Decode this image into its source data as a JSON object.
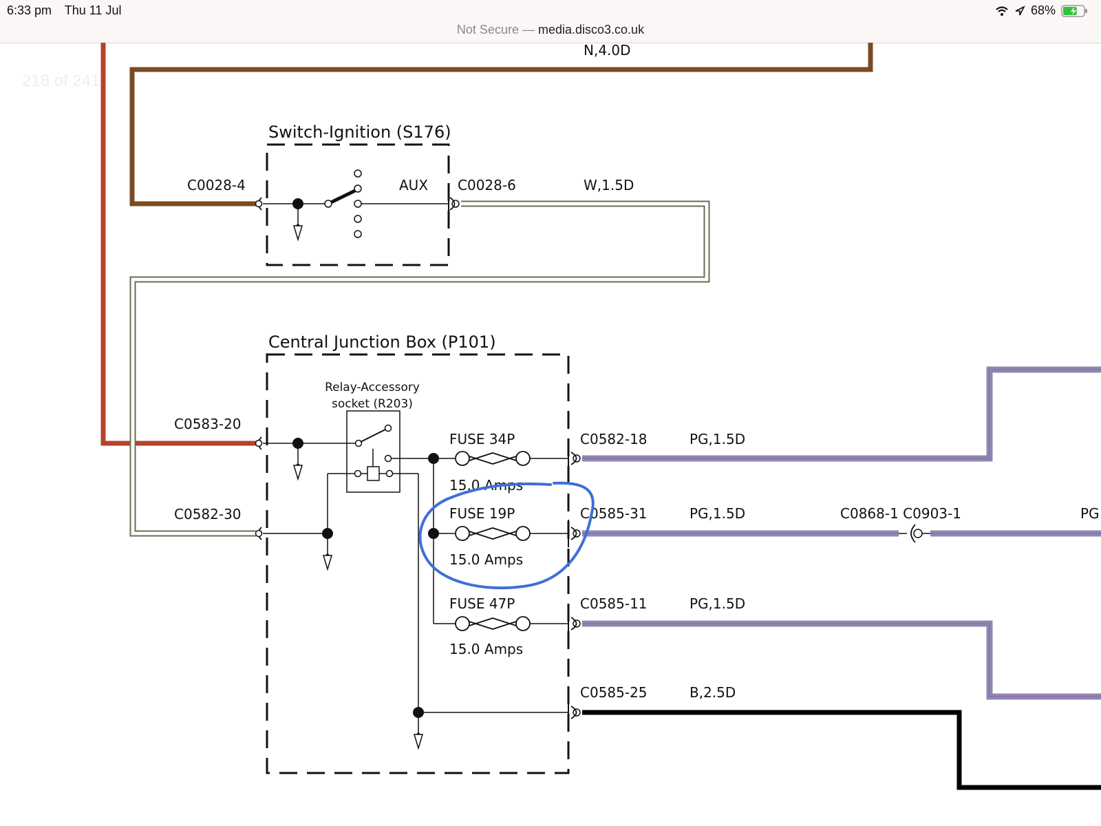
{
  "status_bar": {
    "time": "6:33 pm",
    "date": "Thu 11 Jul",
    "battery_percent": "68%",
    "battery_level": 0.68,
    "icons": [
      "wifi-icon",
      "location-icon",
      "battery-charging-icon"
    ]
  },
  "address_bar": {
    "security": "Not Secure —",
    "host": "media.disco3.co.uk"
  },
  "page_counter": "218 of 241",
  "diagram": {
    "top_wire_label": "N,4.0D",
    "switch_title": "Switch-Ignition (S176)",
    "switch_in": "C0028-4",
    "switch_aux": "AUX",
    "switch_out": "C0028-6",
    "switch_out_wire": "W,1.5D",
    "cjb_title": "Central Junction Box (P101)",
    "relay_line1": "Relay-Accessory",
    "relay_line2": "socket (R203)",
    "cjb_in1": "C0583-20",
    "cjb_in2": "C0582-30",
    "fuses": [
      {
        "name": "FUSE 34P",
        "rating": "15.0 Amps",
        "connector": "C0582-18",
        "wire": "PG,1.5D"
      },
      {
        "name": "FUSE 19P",
        "rating": "15.0 Amps",
        "connector": "C0585-31",
        "wire": "PG,1.5D"
      },
      {
        "name": "FUSE 47P",
        "rating": "15.0 Amps",
        "connector": "C0585-11",
        "wire": "PG,1.5D"
      }
    ],
    "ground_connector": "C0585-25",
    "ground_wire": "B,2.5D",
    "inline_connectors": "C0868-1 C0903-1",
    "right_cut_label": "PG",
    "colors": {
      "brown_wire": "#7a4a22",
      "red_wire": "#b5432a",
      "white_wire_edge": "#6b6b55",
      "pg_wire": "#8a8ab0",
      "pg_wire_core": "#9a6fb0",
      "ground_wire": "#000000",
      "annotation": "#3f6fd8",
      "battery_green": "#35c23c"
    }
  }
}
